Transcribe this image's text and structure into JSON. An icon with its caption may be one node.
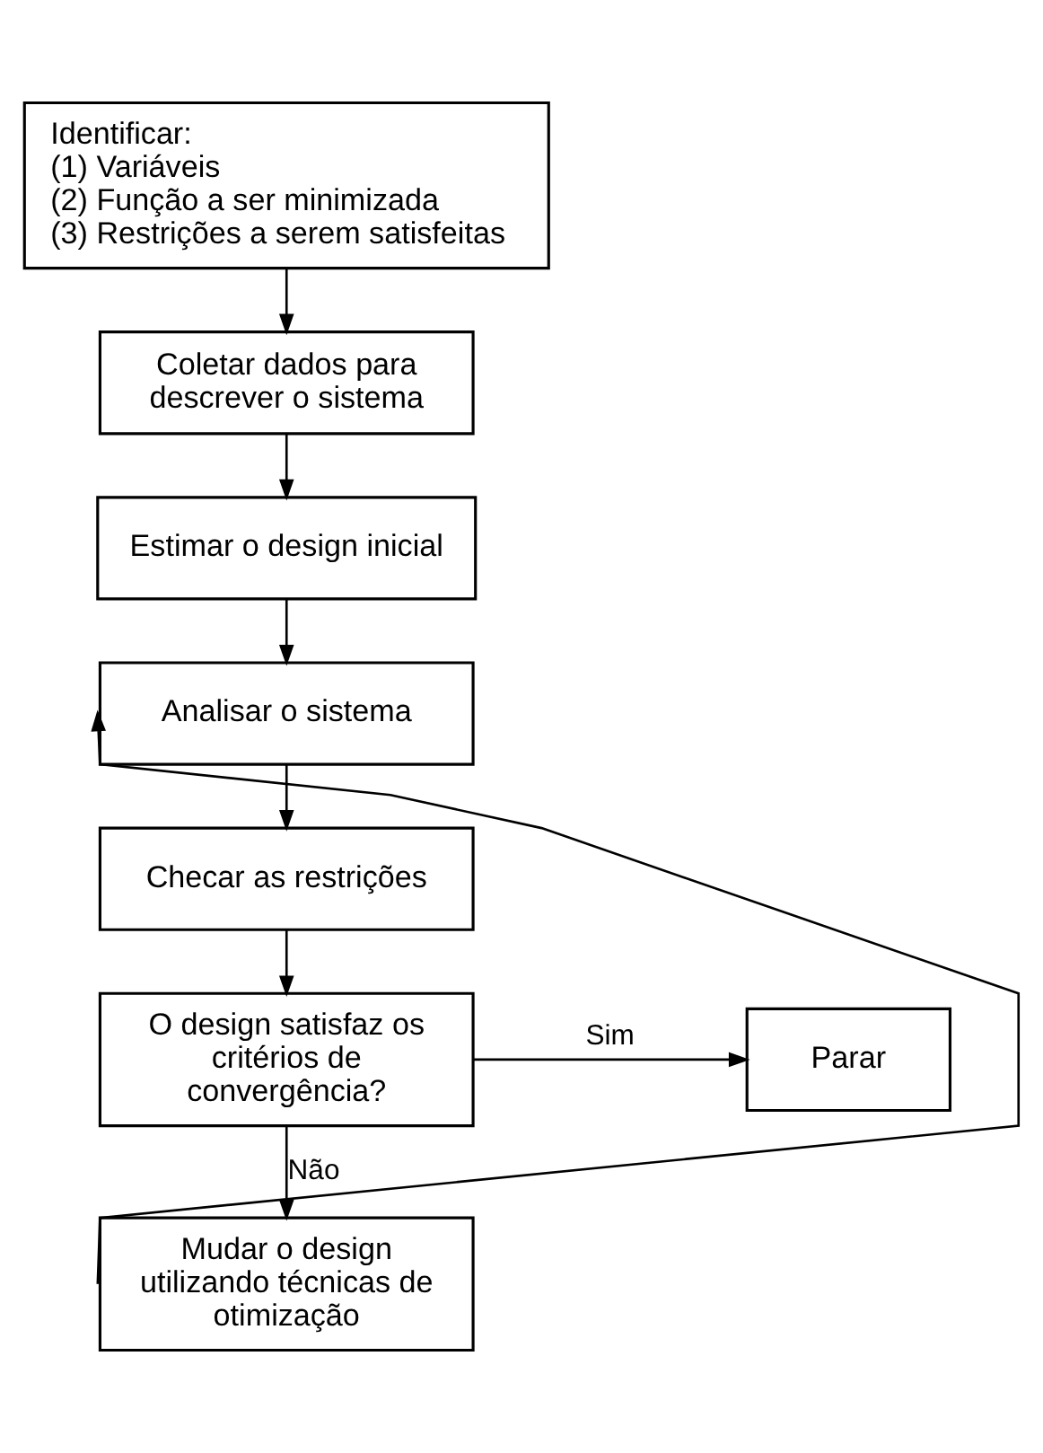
{
  "diagram": {
    "nodes": [
      {
        "text": [
          "Identificar:",
          "(1) Variáveis",
          "(2) Função a ser minimizada",
          "(3) Restrições a serem satisfeitas"
        ]
      },
      {
        "text": [
          "Coletar dados para descrever o sistema"
        ]
      },
      {
        "text": [
          "Estimar o design inicial"
        ]
      },
      {
        "text": [
          "Analisar o sistema"
        ]
      },
      {
        "text": [
          "Checar as restrições"
        ]
      },
      {
        "text": [
          "O design satisfaz os critérios de convergência?"
        ]
      },
      {
        "text": [
          "Parar"
        ]
      },
      {
        "text": [
          "Mudar o design utilizando técnicas de otimização"
        ]
      }
    ],
    "edges": [
      {
        "from": 0,
        "to": 1,
        "arrow": "to"
      },
      {
        "from": 1,
        "to": 2,
        "arrow": "to"
      },
      {
        "from": 2,
        "to": 3,
        "arrow": "to"
      },
      {
        "from": 3,
        "to": 4,
        "arrow": "to"
      },
      {
        "from": 4,
        "to": 5,
        "arrow": "to"
      },
      {
        "from": 5,
        "to": 6,
        "arrow": "to",
        "label": "Sim"
      },
      {
        "from": 5,
        "to": 7,
        "arrow": "to",
        "label": "Não"
      },
      {
        "from": 7,
        "to": 3,
        "arrow": "to"
      }
    ]
  }
}
